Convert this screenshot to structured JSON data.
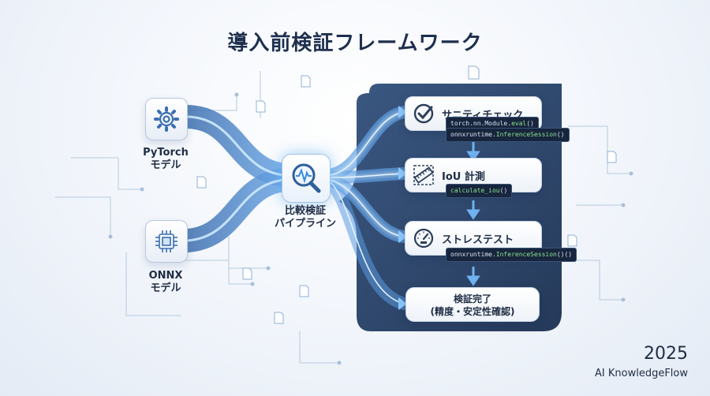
{
  "title": "導入前検証フレームワーク",
  "inputs": [
    {
      "label": "PyTorch\nモデル",
      "icon": "gear-icon"
    },
    {
      "label": "ONNX\nモデル",
      "icon": "chip-icon"
    }
  ],
  "hub": {
    "label": "比較検証\nパイプライン",
    "icon": "magnifier-waveform-icon"
  },
  "steps": [
    {
      "label": "サニティチェック",
      "icon": "checkmark-icon",
      "code": [
        [
          "torch.nn.Module.",
          "eval",
          "()"
        ],
        [
          "onnxruntime.",
          "InferenceSession",
          "()"
        ]
      ]
    },
    {
      "label": "IoU 計測",
      "icon": "ruler-icon",
      "code": [
        [
          "",
          "calculate_iou",
          "()"
        ]
      ]
    },
    {
      "label": "ストレステスト",
      "icon": "gauge-icon",
      "code": [
        [
          "onnxruntime.",
          "InferenceSession",
          "()()"
        ]
      ]
    }
  ],
  "final": {
    "line1": "検証完了",
    "line2": "(精度・安定性確認)"
  },
  "footer": {
    "year": "2025",
    "brand": "AI KnowledgeFlow"
  },
  "colors": {
    "panel": "#1f3a63",
    "flow": "#4f8fd6",
    "glow": "#bfe3ff",
    "code_bg": "#17253d",
    "accent_green": "#8ee28e"
  }
}
